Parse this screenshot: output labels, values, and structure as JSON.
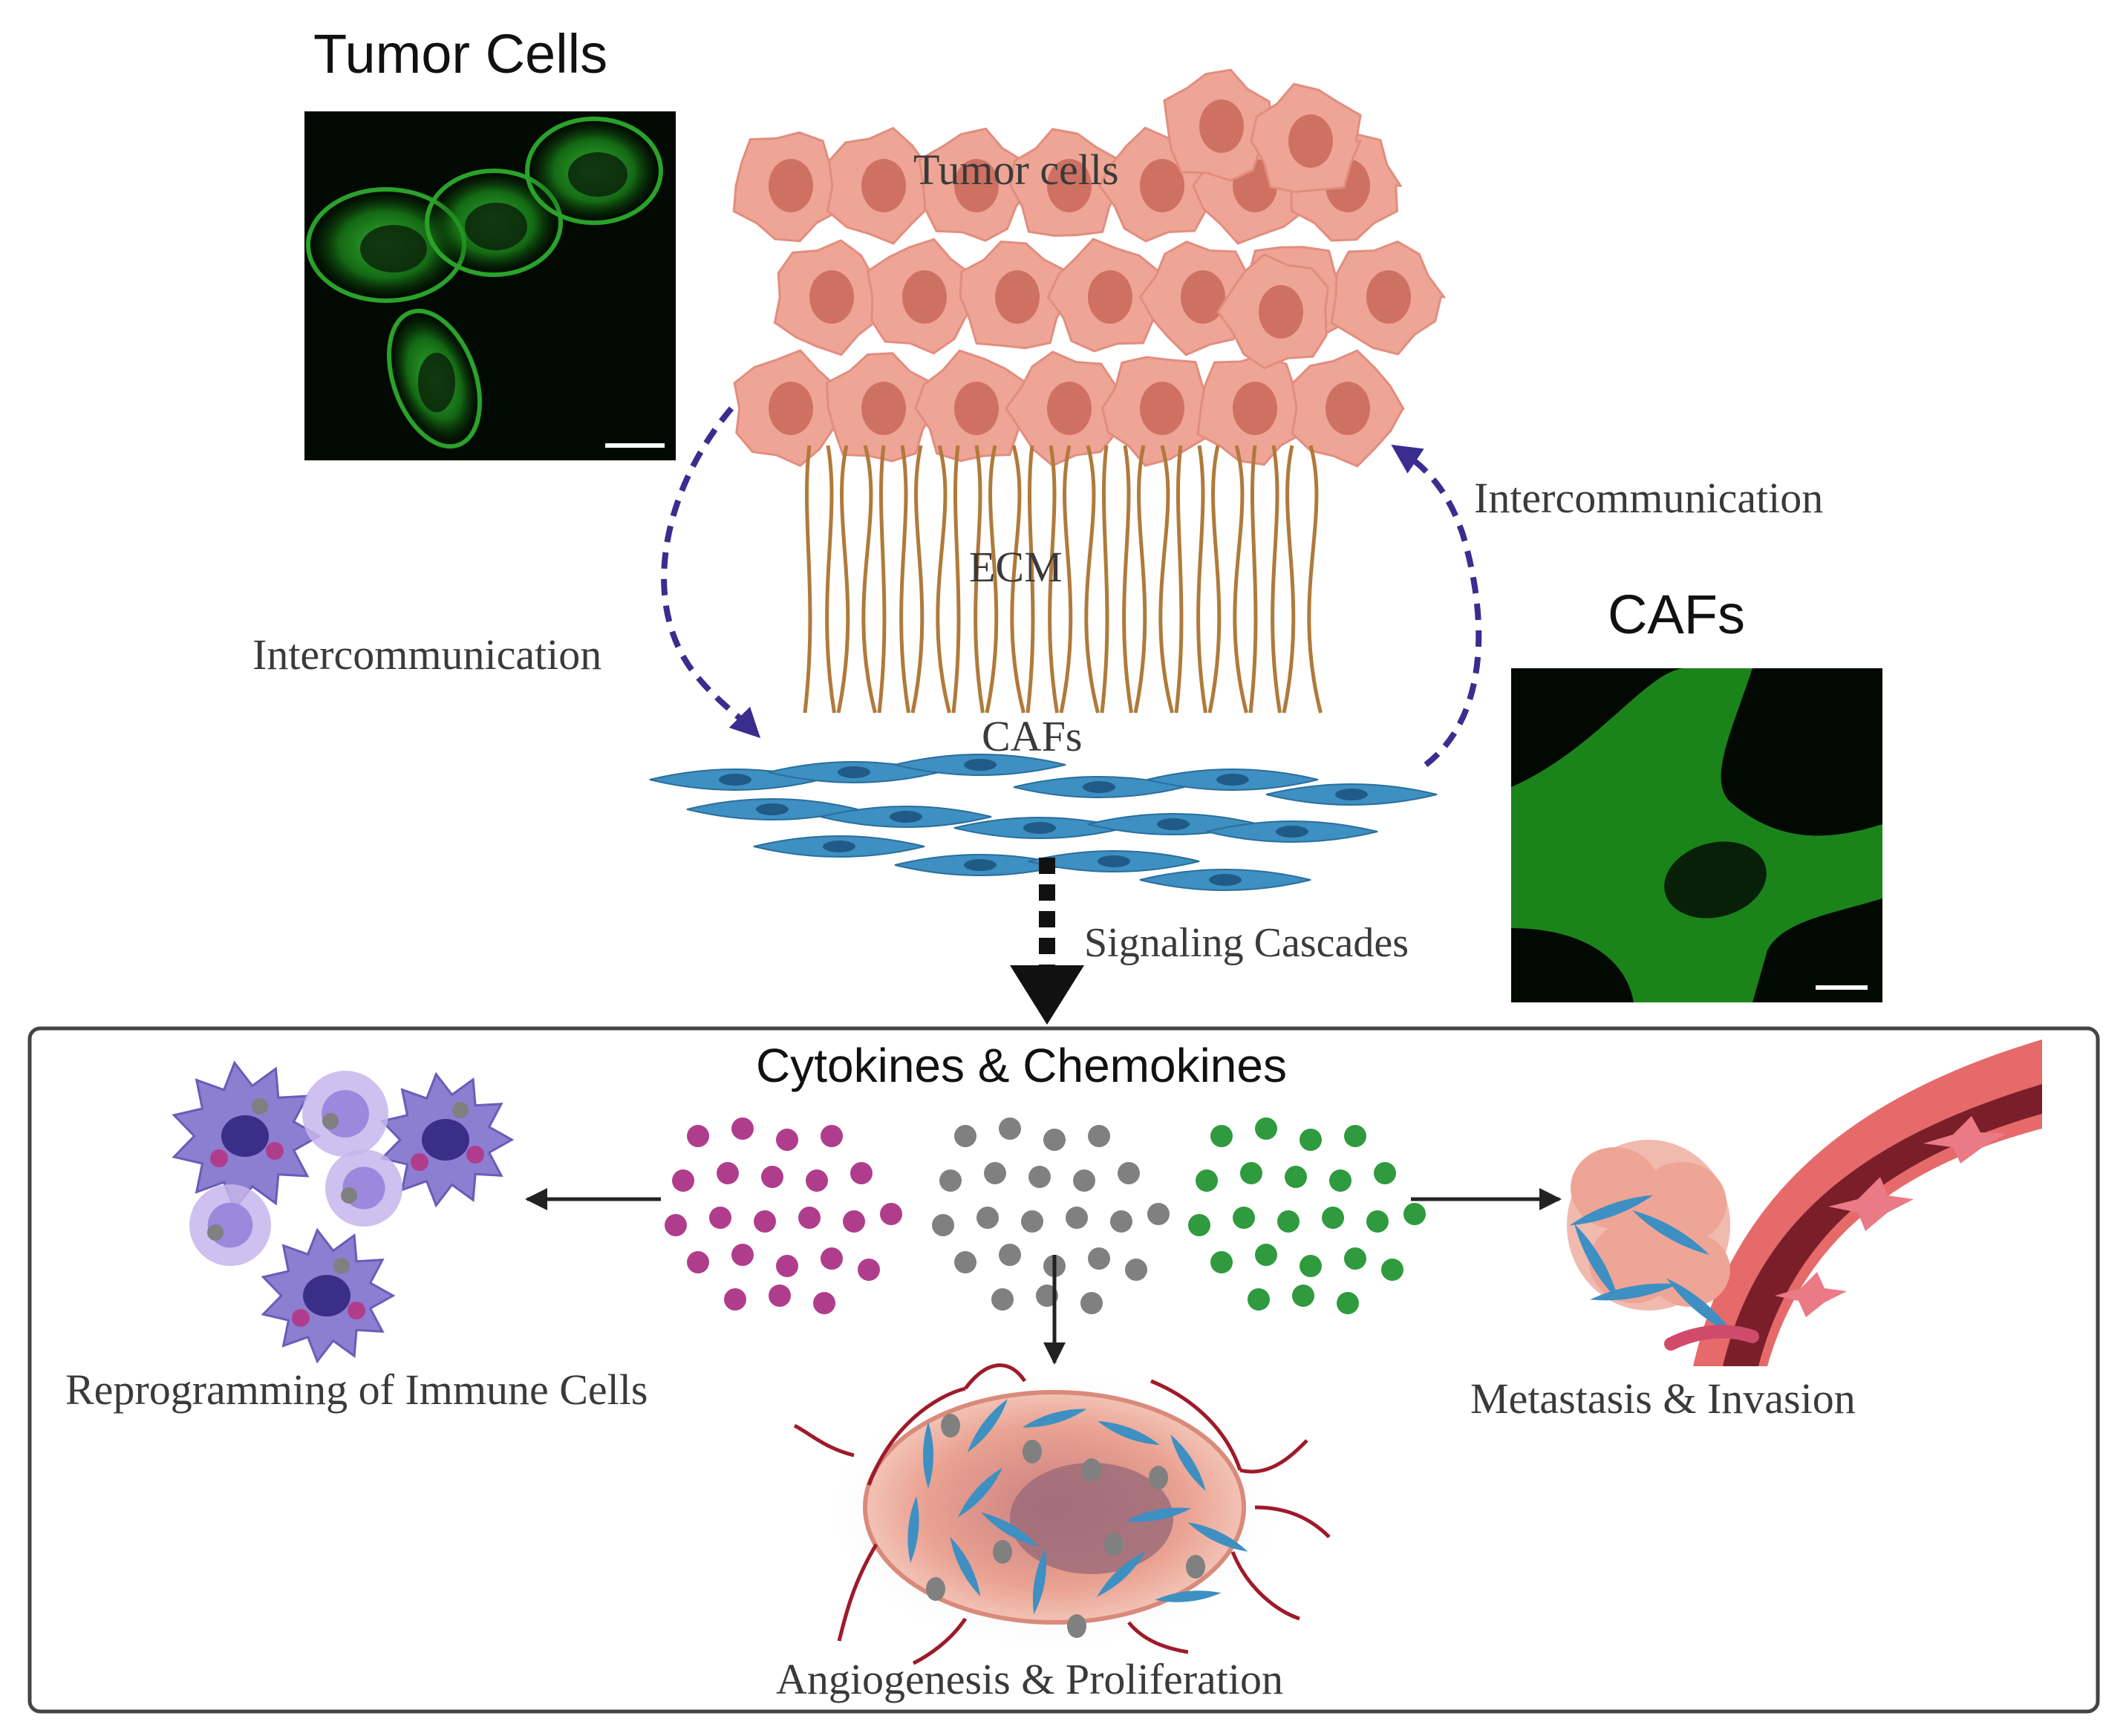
{
  "figure": {
    "micrograph_tumor_title": "Tumor Cells",
    "micrograph_caf_title": "CAFs",
    "tumor_cells_label": "Tumor cells",
    "ecm_label": "ECM",
    "cafs_label": "CAFs",
    "intercommunication_left": "Intercommunication",
    "intercommunication_right": "Intercommunication",
    "signaling_label": "Signaling Cascades",
    "panel_title": "Cytokines & Chemokines",
    "outcome_immune": "Reprogramming of Immune Cells",
    "outcome_angio": "Angiogenesis & Proliferation",
    "outcome_metastasis": "Metastasis & Invasion"
  },
  "colors": {
    "micrograph_green": "#2fb52f",
    "tumor_cell": "#eea596",
    "tumor_nucleus": "#c8675a",
    "ecm_fiber": "#b07a3a",
    "caf": "#3e8fc2",
    "arrow_purple": "#3b2c8f",
    "cytokine_magenta": "#b03d8c",
    "cytokine_gray": "#808080",
    "cytokine_green": "#2f9a3e",
    "vessel": "#b8323c",
    "immune_cell": "#8c7ed0"
  }
}
